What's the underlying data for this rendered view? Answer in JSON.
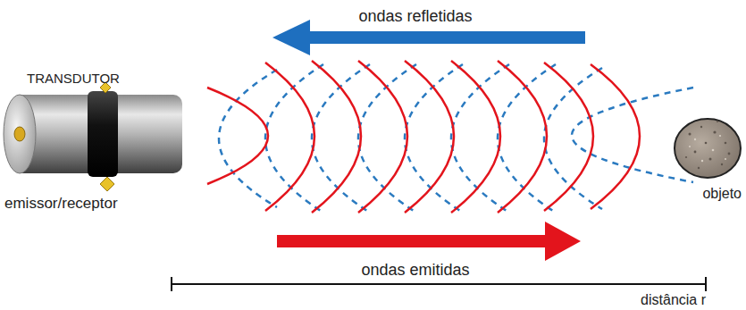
{
  "diagram": {
    "labels": [
      "ondas refletidas",
      "TRANSDUTOR",
      "emissor/receptor",
      "objeto",
      "ondas emitidas",
      "distância r"
    ]
  }
}
